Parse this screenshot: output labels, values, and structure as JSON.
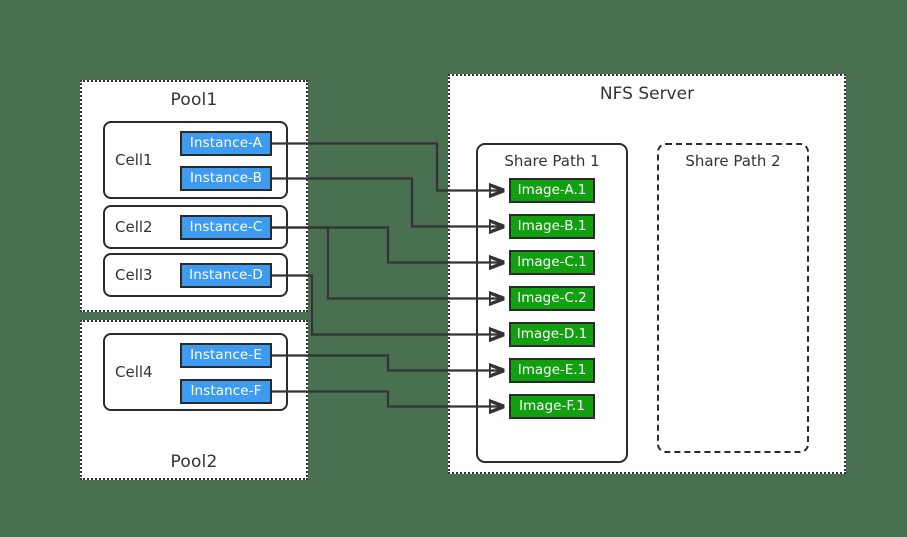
{
  "background_color": "#4a7052",
  "accent_colors": {
    "instance_fill": "#3e9bf0",
    "image_fill": "#10a010",
    "stroke": "#2b2b2b",
    "text_dark": "#333333",
    "surface": "#ffffff"
  },
  "pools": [
    {
      "id": "pool1",
      "label": "Pool1",
      "label_position": "top"
    },
    {
      "id": "pool2",
      "label": "Pool2",
      "label_position": "bottom"
    }
  ],
  "cells": [
    {
      "id": "cell1",
      "label": "Cell1",
      "instances": [
        "Instance-A",
        "Instance-B"
      ]
    },
    {
      "id": "cell2",
      "label": "Cell2",
      "instances": [
        "Instance-C"
      ]
    },
    {
      "id": "cell3",
      "label": "Cell3",
      "instances": [
        "Instance-D"
      ]
    },
    {
      "id": "cell4",
      "label": "Cell4",
      "instances": [
        "Instance-E",
        "Instance-F"
      ]
    }
  ],
  "instances": [
    {
      "id": "inst-a",
      "label": "Instance-A"
    },
    {
      "id": "inst-b",
      "label": "Instance-B"
    },
    {
      "id": "inst-c",
      "label": "Instance-C"
    },
    {
      "id": "inst-d",
      "label": "Instance-D"
    },
    {
      "id": "inst-e",
      "label": "Instance-E"
    },
    {
      "id": "inst-f",
      "label": "Instance-F"
    }
  ],
  "nfs_server": {
    "label": "NFS Server",
    "share_paths": [
      {
        "id": "share1",
        "label": "Share Path 1",
        "border_style": "solid",
        "images": [
          {
            "id": "img-a1",
            "label": "Image-A.1"
          },
          {
            "id": "img-b1",
            "label": "Image-B.1"
          },
          {
            "id": "img-c1",
            "label": "Image-C.1"
          },
          {
            "id": "img-c2",
            "label": "Image-C.2"
          },
          {
            "id": "img-d1",
            "label": "Image-D.1"
          },
          {
            "id": "img-e1",
            "label": "Image-E.1"
          },
          {
            "id": "img-f1",
            "label": "Image-F.1"
          }
        ]
      },
      {
        "id": "share2",
        "label": "Share Path 2",
        "border_style": "dashed",
        "images": []
      }
    ]
  },
  "connections": [
    {
      "from": "Instance-A",
      "to": "Image-A.1"
    },
    {
      "from": "Instance-B",
      "to": "Image-B.1"
    },
    {
      "from": "Instance-C",
      "to": "Image-C.1"
    },
    {
      "from": "Instance-C",
      "to": "Image-C.2"
    },
    {
      "from": "Instance-D",
      "to": "Image-D.1"
    },
    {
      "from": "Instance-E",
      "to": "Image-E.1"
    },
    {
      "from": "Instance-F",
      "to": "Image-F.1"
    }
  ]
}
